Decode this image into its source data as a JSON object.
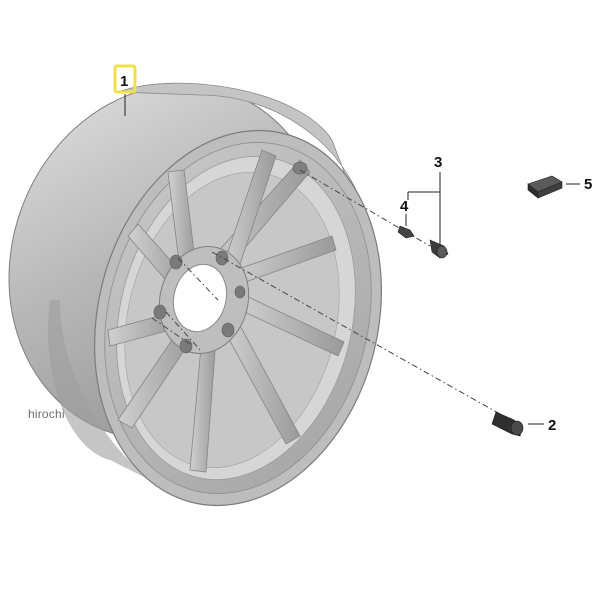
{
  "diagram": {
    "parts": [
      {
        "id": "wheel-rim",
        "label": "1",
        "highlighted": true
      },
      {
        "id": "valve-bolt",
        "label": "2"
      },
      {
        "id": "valve-assembly",
        "label": "3"
      },
      {
        "id": "valve-insert",
        "label": "4"
      },
      {
        "id": "balance-weight",
        "label": "5"
      }
    ],
    "watermark": "hirochi"
  },
  "colors": {
    "rim_metal": "#b9b9b9",
    "rim_shadow": "#8e8e8e",
    "rim_highlight": "#e6e6e6",
    "part_dark": "#3a3a3a",
    "highlight_box": "#f2e04a",
    "callout_text": "#111111"
  }
}
